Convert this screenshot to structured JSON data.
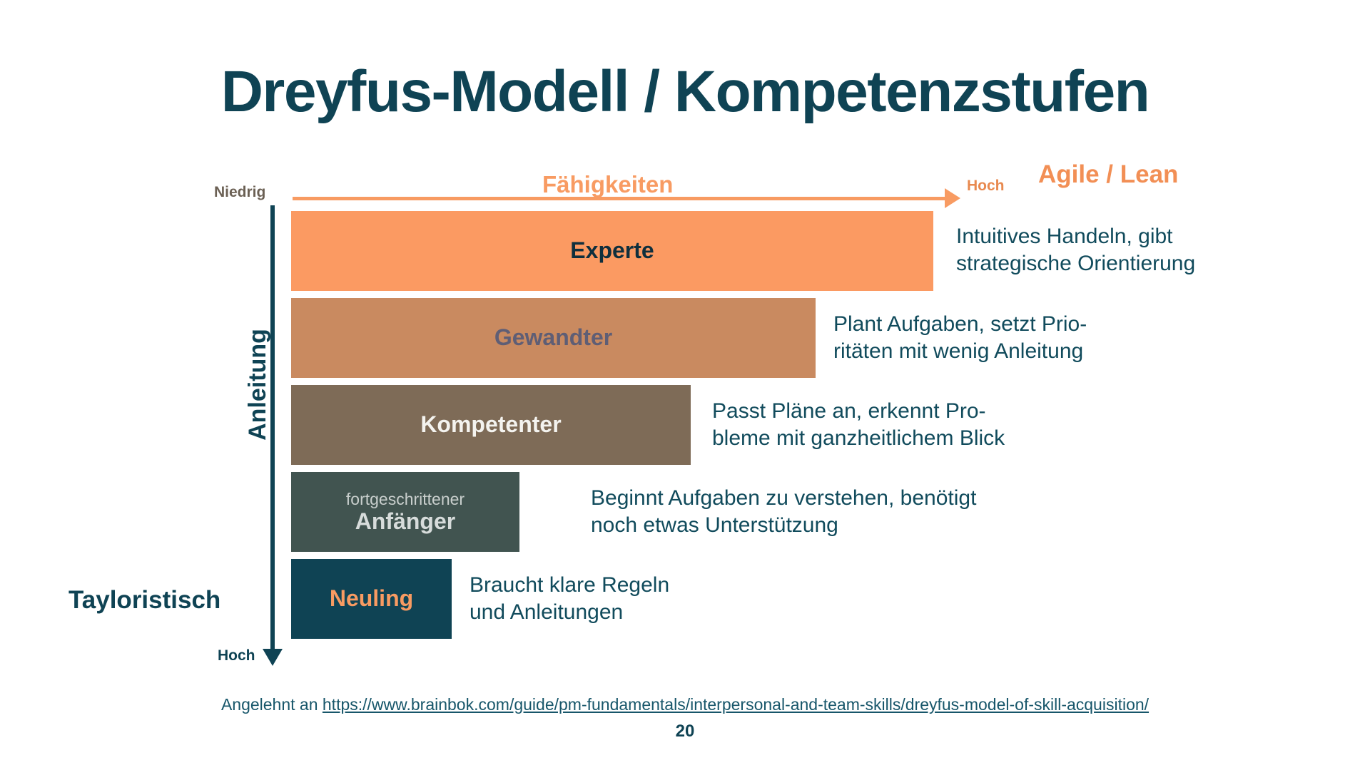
{
  "slide": {
    "title": "Dreyfus-Modell / Kompetenzstufen",
    "page_number": "20",
    "background_color": "#ffffff",
    "accent_navy": "#0f4354",
    "accent_orange": "#f89b62"
  },
  "axes": {
    "horizontal": {
      "label": "Fähigkeiten",
      "low_label": "Niedrig",
      "high_label": "Hoch",
      "color": "#f89b62",
      "direction": "left-to-right"
    },
    "vertical": {
      "label": "Anleitung",
      "high_label": "Hoch",
      "color": "#0f4354",
      "direction": "top-to-bottom"
    }
  },
  "corner_labels": {
    "top_right": "Agile / Lean",
    "bottom_left": "Tayloristisch"
  },
  "chart_data": {
    "type": "bar",
    "title": "Dreyfus-Modell / Kompetenzstufen",
    "xlabel": "Fähigkeiten",
    "ylabel": "Anleitung",
    "orientation": "horizontal",
    "categories": [
      "Experte",
      "Gewandter",
      "Kompetenter",
      "fortgeschrittener Anfänger",
      "Neuling"
    ],
    "values": [
      100,
      82,
      62,
      36,
      25
    ],
    "xlim": [
      0,
      100
    ],
    "grid": false,
    "legend": false
  },
  "levels": [
    {
      "name": "experte",
      "label": "Experte",
      "sublabel": "",
      "bar_color": "#fb9a62",
      "label_color": "#0f2f3d",
      "description": "Intuitives Handeln, gibt\nstrategische Orientierung"
    },
    {
      "name": "gewandter",
      "label": "Gewandter",
      "sublabel": "",
      "bar_color": "#c98a60",
      "label_color": "#5f5e75",
      "description": "Plant Aufgaben, setzt Prio-\nritäten mit wenig Anleitung"
    },
    {
      "name": "kompetenter",
      "label": "Kompetenter",
      "sublabel": "",
      "bar_color": "#7e6b57",
      "label_color": "#f4f3ef",
      "description": "Passt Pläne an, erkennt Pro-\nbleme mit ganzheitlichem Blick"
    },
    {
      "name": "anfaenger",
      "label": "Anfänger",
      "sublabel": "fortgeschrittener",
      "bar_color": "#415450",
      "label_color": "#d7dcdb",
      "description": "Beginnt Aufgaben zu verstehen, benötigt\nnoch etwas Unterstützung"
    },
    {
      "name": "neuling",
      "label": "Neuling",
      "sublabel": "",
      "bar_color": "#0f4354",
      "label_color": "#f89b62",
      "description": "Braucht klare Regeln\nund Anleitungen"
    }
  ],
  "footer": {
    "prefix": "Angelehnt an ",
    "link_text": "https://www.brainbok.com/guide/pm-fundamentals/interpersonal-and-team-skills/dreyfus-model-of-skill-acquisition/"
  }
}
